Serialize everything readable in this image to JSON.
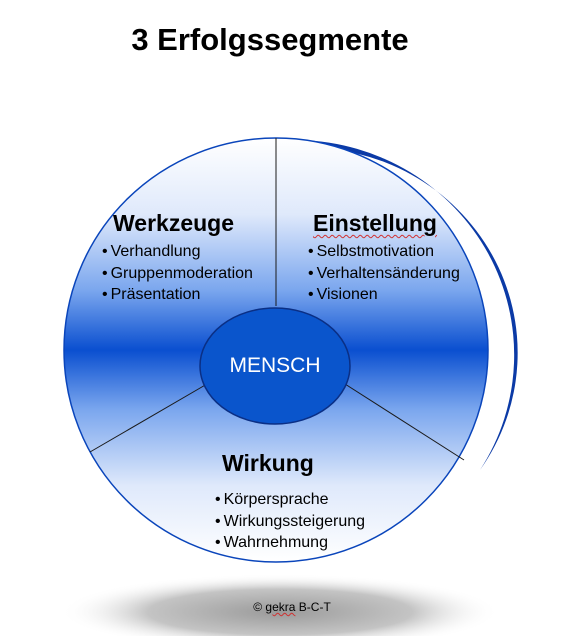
{
  "title": "3 Erfolgssegmente",
  "center": "MENSCH",
  "segments": [
    {
      "heading": "Werkzeuge",
      "items": [
        "Verhandlung",
        "Gruppenmoderation",
        "Präsentation"
      ]
    },
    {
      "heading": "Einstellung",
      "items": [
        "Selbstmotivation",
        "Verhaltensänderung",
        "Visionen"
      ]
    },
    {
      "heading": "Wirkung",
      "items": [
        "Körpersprache",
        "Wirkungssteigerung",
        "Wahrnehmung"
      ]
    }
  ],
  "footer": {
    "symbol": "©",
    "brand": "gekra",
    "suffix": "B-C-T"
  },
  "colors": {
    "primary_blue": "#0a4fd0",
    "dark_blue": "#0b3aa6",
    "center_blue": "#0a55cc"
  }
}
